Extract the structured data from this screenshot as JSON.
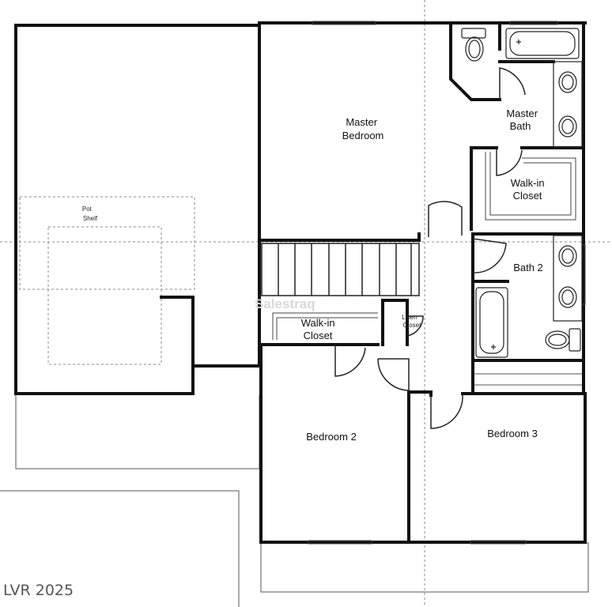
{
  "rooms": {
    "master_bedroom": [
      "Master",
      "Bedroom"
    ],
    "master_bath": [
      "Master",
      "Bath"
    ],
    "walkin_closet_master": [
      "Walk-in",
      "Closet"
    ],
    "bath2": "Bath 2",
    "walkin_closet_hall": [
      "Walk-in",
      "Closet"
    ],
    "linen_closet": [
      "Linen",
      "Closet"
    ],
    "bedroom2": "Bedroom 2",
    "bedroom3": "Bedroom 3",
    "pot_shelf": [
      "Pot",
      "Shelf"
    ]
  },
  "watermark": "Salestraq",
  "copyright": "LVR 2025",
  "colors": {
    "wall": "#111111",
    "dashed": "#777777",
    "thin": "#444444"
  }
}
